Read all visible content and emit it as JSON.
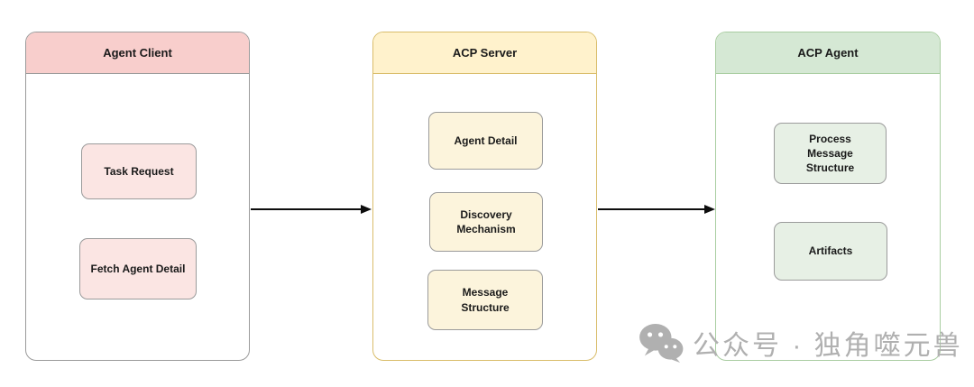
{
  "diagram": {
    "containers": [
      {
        "title": "Agent Client",
        "header_bg": "#f8cecc",
        "border_color": "#9b9b9b",
        "item_bg": "#fbe5e3",
        "items": [
          {
            "label": "Task Request"
          },
          {
            "label": "Fetch Agent Detail"
          }
        ]
      },
      {
        "title": "ACP Server",
        "header_bg": "#fff2cc",
        "border_color": "#d9bd6a",
        "item_bg": "#fcf4dc",
        "items": [
          {
            "label": "Agent Detail"
          },
          {
            "label": "Discovery Mechanism"
          },
          {
            "label": "Message Structure"
          }
        ]
      },
      {
        "title": "ACP Agent",
        "header_bg": "#d5e8d4",
        "border_color": "#a9cda1",
        "item_bg": "#e7f0e5",
        "items": [
          {
            "label": "Process Message Structure"
          },
          {
            "label": "Artifacts"
          }
        ]
      }
    ],
    "arrows": [
      {
        "from": "Agent Client",
        "to": "ACP Server"
      },
      {
        "from": "ACP Server",
        "to": "ACP Agent"
      }
    ],
    "arrow_color": "#0d0d0d"
  },
  "watermark": {
    "icon": "wechat-icon",
    "text": "公众号 · 独角噬元兽",
    "color": "#b0b0b0"
  }
}
